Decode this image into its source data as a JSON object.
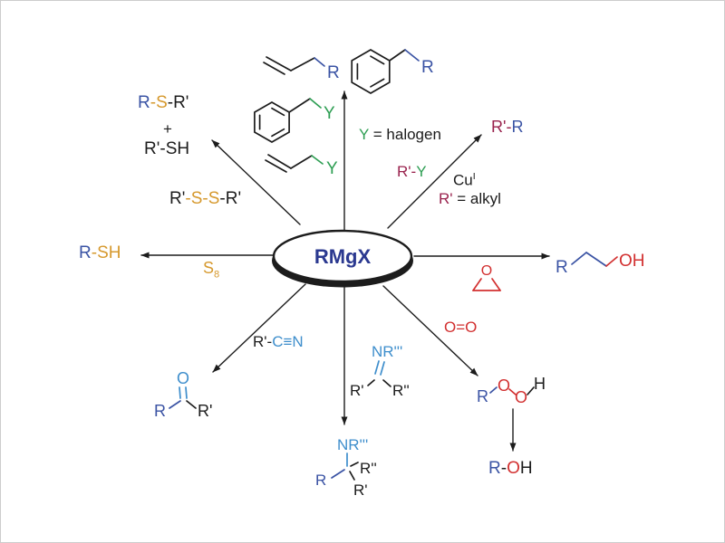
{
  "colors": {
    "navy": "#2b3990",
    "blue": "#3a53a4",
    "lightblue": "#3e8ecc",
    "orange": "#d6992e",
    "green": "#2e9e53",
    "darkred": "#99224d",
    "red": "#d23030",
    "black": "#1c1c1c"
  },
  "center": {
    "label": "RMgX"
  },
  "formulas": {
    "thioether": {
      "parts": [
        {
          "t": "R",
          "c": "blue"
        },
        {
          "t": "-",
          "c": "orange"
        },
        {
          "t": "S",
          "c": "orange"
        },
        {
          "t": "-",
          "c": "black"
        },
        {
          "t": "R'",
          "c": "black"
        }
      ]
    },
    "plus": {
      "parts": [
        {
          "t": "+",
          "c": "black"
        }
      ]
    },
    "thiol_byproduct": {
      "parts": [
        {
          "t": "R'",
          "c": "black"
        },
        {
          "t": "-",
          "c": "black"
        },
        {
          "t": "SH",
          "c": "black"
        }
      ]
    },
    "disulfide": {
      "parts": [
        {
          "t": "R'",
          "c": "black"
        },
        {
          "t": "-",
          "c": "orange"
        },
        {
          "t": "S",
          "c": "orange"
        },
        {
          "t": "-",
          "c": "orange"
        },
        {
          "t": "S",
          "c": "orange"
        },
        {
          "t": "-",
          "c": "black"
        },
        {
          "t": "R'",
          "c": "black"
        }
      ]
    },
    "thiol": {
      "parts": [
        {
          "t": "R",
          "c": "blue"
        },
        {
          "t": "-",
          "c": "orange"
        },
        {
          "t": "SH",
          "c": "orange"
        }
      ]
    },
    "s8": {
      "parts": [
        {
          "t": "S",
          "c": "orange"
        },
        {
          "t": "8",
          "c": "orange",
          "v": "sub"
        }
      ]
    },
    "halogen_note": {
      "parts": [
        {
          "t": "Y",
          "c": "green"
        },
        {
          "t": " = halogen",
          "c": "black"
        }
      ]
    },
    "alkyl_halide": {
      "parts": [
        {
          "t": "R'",
          "c": "darkred"
        },
        {
          "t": "-",
          "c": "darkred"
        },
        {
          "t": "Y",
          "c": "green"
        }
      ]
    },
    "copper": {
      "parts": [
        {
          "t": "Cu",
          "c": "black"
        },
        {
          "t": "I",
          "c": "black",
          "v": "sup"
        }
      ]
    },
    "alkyl_note": {
      "parts": [
        {
          "t": "R'",
          "c": "darkred"
        },
        {
          "t": " = alkyl",
          "c": "black"
        }
      ]
    },
    "coupling_product": {
      "parts": [
        {
          "t": "R'",
          "c": "darkred"
        },
        {
          "t": "-",
          "c": "darkred"
        },
        {
          "t": "R",
          "c": "blue"
        }
      ]
    },
    "oxygen": {
      "parts": [
        {
          "t": "O=O",
          "c": "red"
        }
      ]
    },
    "alcohol": {
      "parts": [
        {
          "t": "R",
          "c": "blue"
        },
        {
          "t": "-",
          "c": "black"
        },
        {
          "t": "O",
          "c": "red"
        },
        {
          "t": "H",
          "c": "black"
        }
      ]
    },
    "nitrile": {
      "parts": [
        {
          "t": "R'",
          "c": "black"
        },
        {
          "t": "-",
          "c": "black"
        },
        {
          "t": "C",
          "c": "lightblue"
        },
        {
          "t": "≡",
          "c": "lightblue"
        },
        {
          "t": "N",
          "c": "lightblue"
        }
      ]
    }
  },
  "atoms": {
    "allyl_r": "R",
    "benzyl_r": "R",
    "benzyl_y": "Y",
    "allyl_y": "Y",
    "epoxide_o": "O",
    "ethanol_r": "R",
    "ethanol_oh": "OH",
    "peroxide_r": "R",
    "peroxide_o1": "O",
    "peroxide_o2": "O",
    "peroxide_h": "H",
    "imine_n": "NR'''",
    "imine_r1": "R'",
    "imine_r2": "R''",
    "amine_n": "NR'''",
    "amine_r": "R",
    "amine_r2": "R''",
    "amine_r1": "R'",
    "ketone_o": "O",
    "ketone_r": "R",
    "ketone_r1": "R'"
  }
}
